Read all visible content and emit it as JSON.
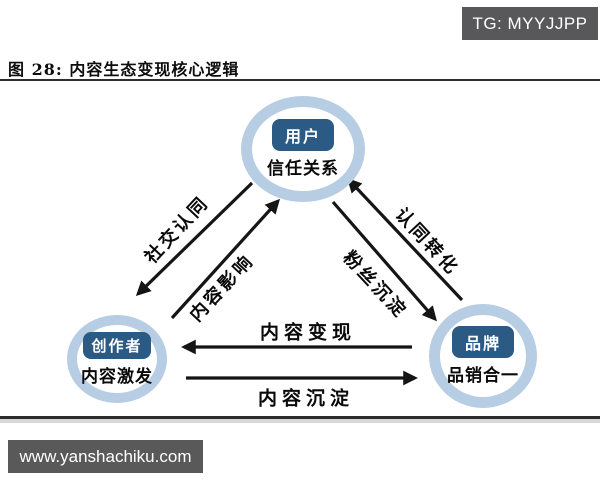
{
  "watermark_badge": {
    "text": "TG: MYYJJPP",
    "bg_color": "#58585a",
    "text_color": "#ffffff"
  },
  "figure": {
    "title": "图 28: 内容生态变现核心逻辑"
  },
  "diagram": {
    "nodes": {
      "user": {
        "label": "用户",
        "sublabel": "信任关系"
      },
      "creator": {
        "label": "创作者",
        "sublabel": "内容激发"
      },
      "brand": {
        "label": "品牌",
        "sublabel": "品销合一"
      }
    },
    "edges": {
      "social_recognition": "社交认同",
      "content_influence": "内容影响",
      "recognition_conversion": "认同转化",
      "fan_accumulation": "粉丝沉淀",
      "content_monetization": "内容变现",
      "content_accumulation": "内容沉淀"
    },
    "colors": {
      "ring": "#b7cde3",
      "node_fill": "#2b5a85",
      "node_text": "#ffffff",
      "arrow": "#151515"
    }
  },
  "footer": {
    "url": "www.yanshachiku.com",
    "bg_color": "#595959",
    "text_color": "#ffffff"
  }
}
